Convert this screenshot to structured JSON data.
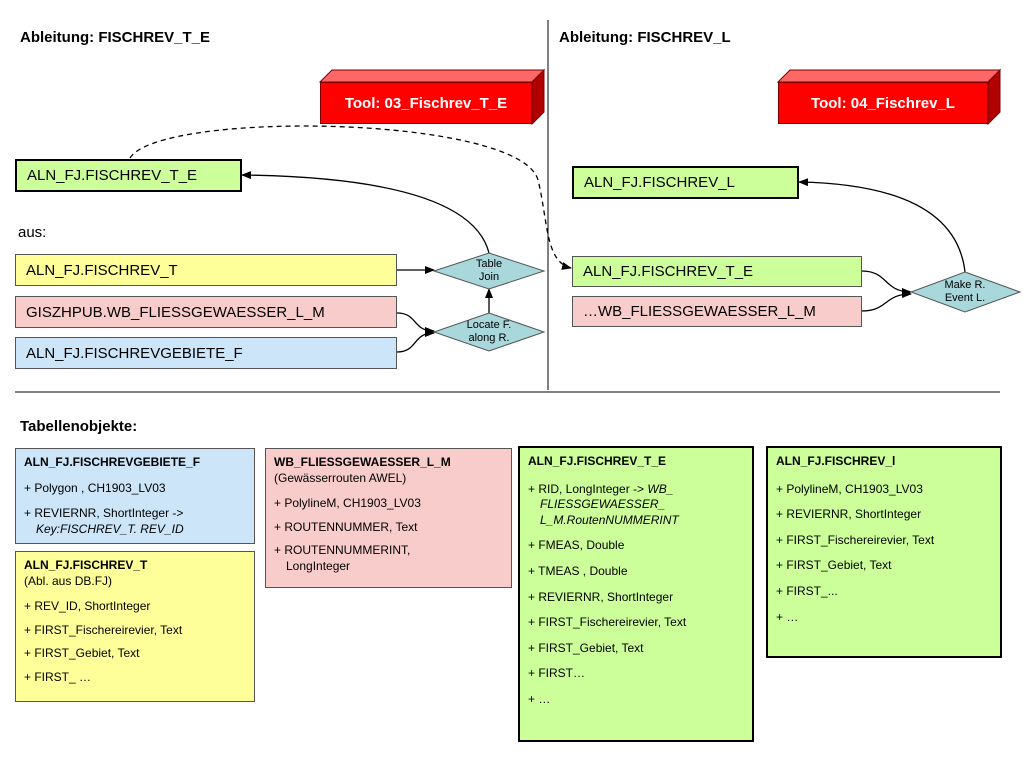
{
  "left_panel": {
    "heading": "Ableitung: FISCHREV_T_E",
    "tool_label": "Tool: 03_Fischrev_T_E",
    "output": "ALN_FJ.FISCHREV_T_E",
    "aus_label": "aus:",
    "inputs": [
      "ALN_FJ.FISCHREV_T",
      "GISZHPUB.WB_FLIESSGEWAESSER_L_M",
      "ALN_FJ.FISCHREVGEBIETE_F"
    ],
    "op_table_join": [
      "Table",
      "Join"
    ],
    "op_locate": [
      "Locate F.",
      "along R."
    ]
  },
  "right_panel": {
    "heading": "Ableitung: FISCHREV_L",
    "tool_label": "Tool: 04_Fischrev_L",
    "output": "ALN_FJ.FISCHREV_L",
    "inputs": [
      "ALN_FJ.FISCHREV_T_E",
      "…WB_FLIESSGEWAESSER_L_M"
    ],
    "op_make_event": [
      "Make R.",
      "Event L."
    ]
  },
  "tables_heading": "Tabellenobjekte:",
  "tables": {
    "fischrevgebiete": {
      "title": "ALN_FJ.FISCHREVGEBIETE_F",
      "fields": [
        "+ Polygon , CH1903_LV03",
        "+ REVIERNR, ShortInteger ->"
      ],
      "field_cont": "Key:FISCHREV_T. REV_ID"
    },
    "fischrev_t": {
      "title": "ALN_FJ.FISCHREV_T",
      "subtitle": "(Abl. aus DB.FJ)",
      "fields": [
        "+ REV_ID, ShortInteger",
        "+ FIRST_Fischereirevier, Text",
        "+ FIRST_Gebiet, Text",
        "+ FIRST_ …"
      ]
    },
    "wb_fliess": {
      "title": "WB_FLIESSGEWAESSER_L_M",
      "subtitle": "(Gewässerrouten AWEL)",
      "fields": [
        "+ PolylineM, CH1903_LV03",
        "+ ROUTENNUMMER, Text",
        "+ ROUTENNUMMERINT,"
      ],
      "field_cont": "LongInteger"
    },
    "fischrev_t_e": {
      "title": "ALN_FJ.FISCHREV_T_E",
      "rid_prefix": "+ RID, LongInteger -> ",
      "rid_italic": [
        "WB_",
        "FLIESSGEWAESSER_",
        "L_M.RoutenNUMMERINT"
      ],
      "fields": [
        "+ FMEAS, Double",
        "+ TMEAS , Double",
        "+ REVIERNR, ShortInteger",
        "+ FIRST_Fischereirevier, Text",
        "+ FIRST_Gebiet, Text",
        "+ FIRST…",
        "+ …"
      ]
    },
    "fischrev_l": {
      "title": "ALN_FJ.FISCHREV_l",
      "fields": [
        "+ PolylineM, CH1903_LV03",
        "+ REVIERNR, ShortInteger",
        "+ FIRST_Fischereirevier, Text",
        "+ FIRST_Gebiet, Text",
        "+ FIRST_...",
        "+ …"
      ]
    }
  },
  "colors": {
    "tool_red": "#ff0000",
    "output_green": "#ccff99",
    "input_yellow": "#ffff99",
    "input_pink": "#f9cccc",
    "input_blue": "#cce5f9",
    "diamond_teal": "#a8d8dc"
  }
}
